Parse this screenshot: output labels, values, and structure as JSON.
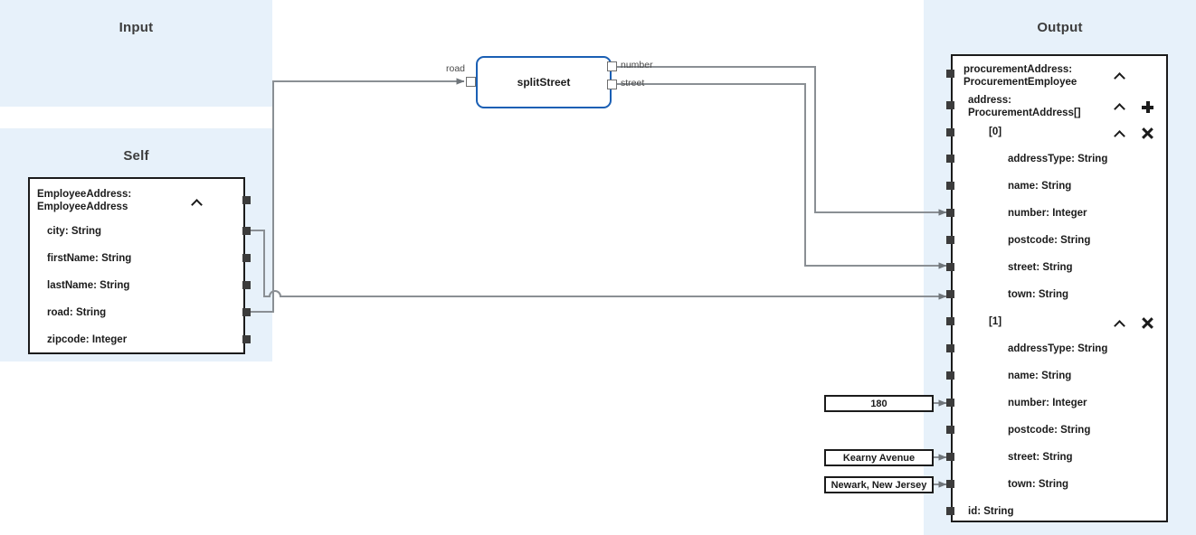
{
  "panels": {
    "input": {
      "title": "Input"
    },
    "self": {
      "title": "Self"
    },
    "output": {
      "title": "Output"
    }
  },
  "self_node": {
    "header": "EmployeeAddress:\nEmployeeAddress",
    "collapse_icon": "chevron-up-icon",
    "fields": [
      {
        "label": "city: String"
      },
      {
        "label": "firstName: String"
      },
      {
        "label": "lastName: String"
      },
      {
        "label": "road: String"
      },
      {
        "label": "zipcode: Integer"
      }
    ]
  },
  "function_node": {
    "name": "splitStreet",
    "inputs": [
      {
        "label": "road"
      }
    ],
    "outputs": [
      {
        "label": "number"
      },
      {
        "label": "street"
      }
    ]
  },
  "constants": [
    {
      "value": "180"
    },
    {
      "value": "Kearny Avenue"
    },
    {
      "value": "Newark, New Jersey"
    }
  ],
  "output_node": {
    "rows": [
      {
        "label": "procurementAddress:\nProcurementEmployee",
        "indent": 0,
        "chevron": true,
        "action": "none"
      },
      {
        "label": "address:\nProcurementAddress[]",
        "indent": 1,
        "chevron": true,
        "action": "plus"
      },
      {
        "label": "[0]",
        "indent": 2,
        "chevron": true,
        "action": "close"
      },
      {
        "label": "addressType: String",
        "indent": 3,
        "chevron": false,
        "action": "none"
      },
      {
        "label": "name: String",
        "indent": 3,
        "chevron": false,
        "action": "none"
      },
      {
        "label": "number: Integer",
        "indent": 3,
        "chevron": false,
        "action": "none"
      },
      {
        "label": "postcode: String",
        "indent": 3,
        "chevron": false,
        "action": "none"
      },
      {
        "label": "street: String",
        "indent": 3,
        "chevron": false,
        "action": "none"
      },
      {
        "label": "town: String",
        "indent": 3,
        "chevron": false,
        "action": "none"
      },
      {
        "label": "[1]",
        "indent": 2,
        "chevron": true,
        "action": "close"
      },
      {
        "label": "addressType: String",
        "indent": 3,
        "chevron": false,
        "action": "none"
      },
      {
        "label": "name: String",
        "indent": 3,
        "chevron": false,
        "action": "none"
      },
      {
        "label": "number: Integer",
        "indent": 3,
        "chevron": false,
        "action": "none"
      },
      {
        "label": "postcode: String",
        "indent": 3,
        "chevron": false,
        "action": "none"
      },
      {
        "label": "street: String",
        "indent": 3,
        "chevron": false,
        "action": "none"
      },
      {
        "label": "town: String",
        "indent": 3,
        "chevron": false,
        "action": "none"
      },
      {
        "label": "id: String",
        "indent": 1,
        "chevron": false,
        "action": "none"
      }
    ]
  },
  "colors": {
    "panel_bg": "#e7f1fa",
    "node_border": "#1b1b1b",
    "function_border": "#1a5fb4",
    "wire": "#8a8f94",
    "port": "#3c3c3c",
    "canvas": "#ffffff"
  }
}
